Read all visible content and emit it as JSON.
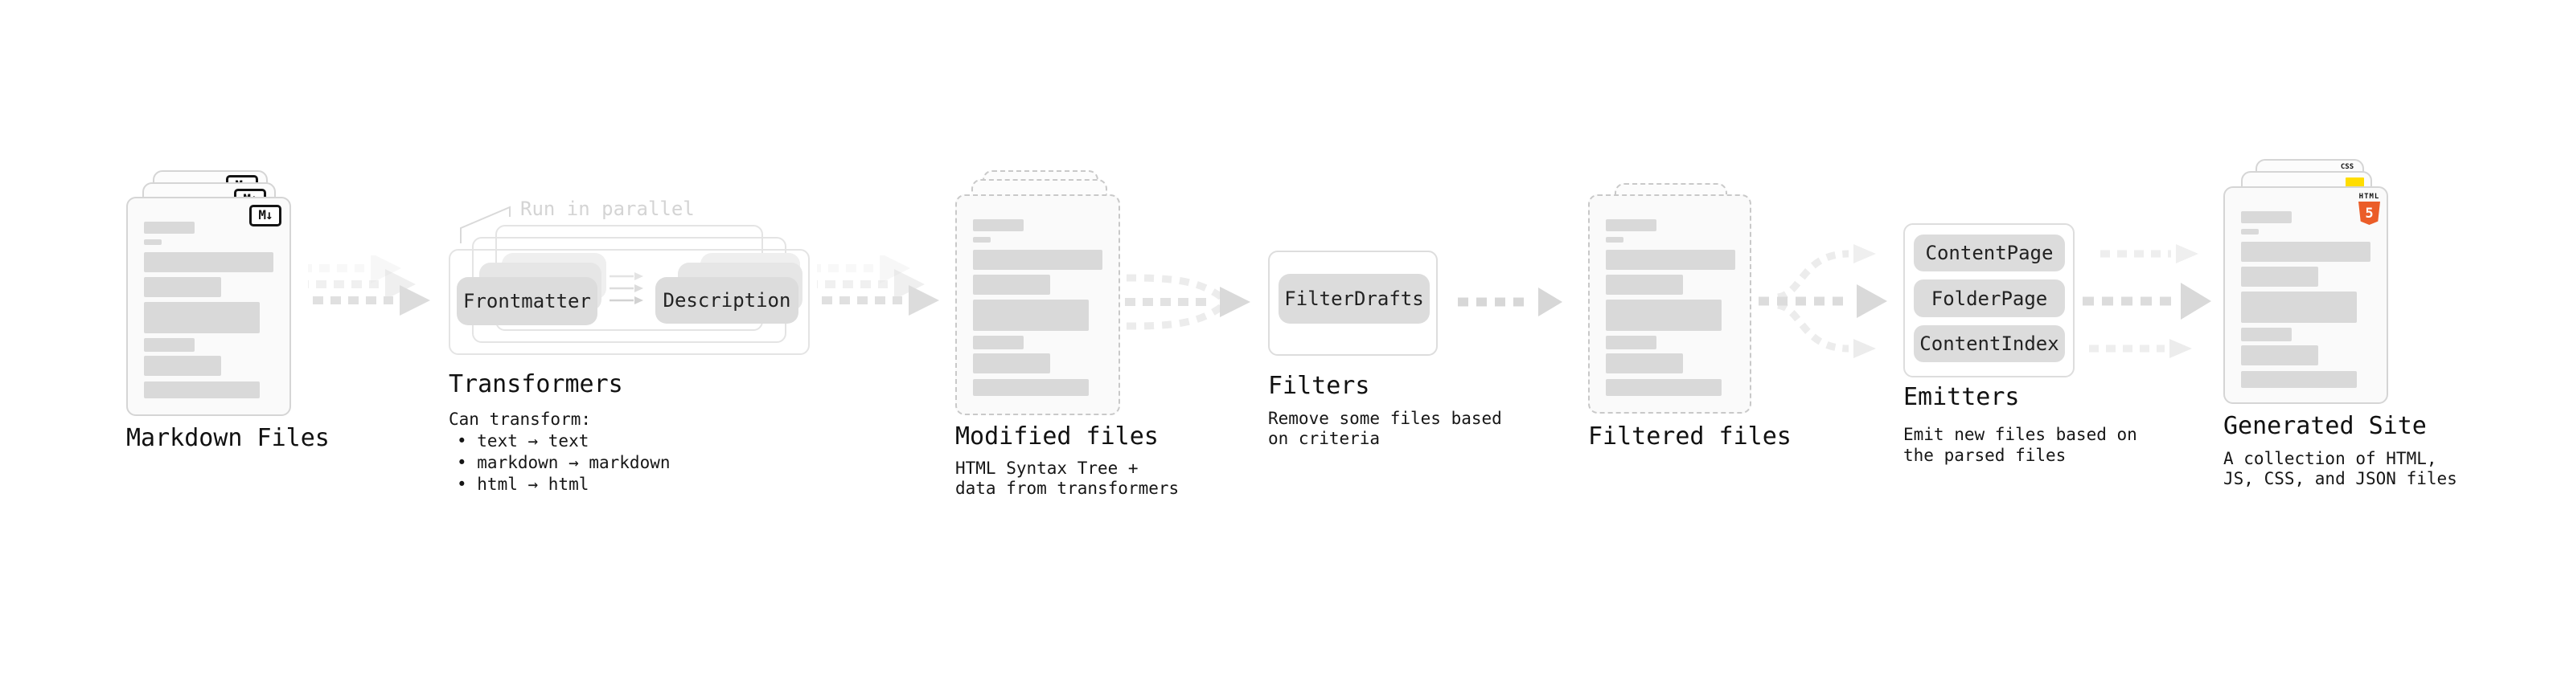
{
  "markdown": {
    "label": "Markdown Files",
    "badge": "M↓"
  },
  "transformers": {
    "title": "Transformers",
    "note": "Run in parallel",
    "pill_a": "Frontmatter",
    "pill_b": "Description",
    "desc_heading": "Can transform:",
    "bullets": [
      "• text → text",
      "• markdown → markdown",
      "• html → html"
    ]
  },
  "modified": {
    "label": "Modified files",
    "subtitle_lines": [
      "HTML Syntax Tree +",
      "data from transformers"
    ]
  },
  "filters": {
    "title": "Filters",
    "pill": "FilterDrafts",
    "subtitle_lines": [
      "Remove some files based",
      "on criteria"
    ]
  },
  "filtered": {
    "label": "Filtered files"
  },
  "emitters": {
    "title": "Emitters",
    "pills": [
      "ContentPage",
      "FolderPage",
      "ContentIndex"
    ],
    "subtitle_lines": [
      "Emit new files based on",
      "the parsed files"
    ]
  },
  "generated": {
    "label": "Generated Site",
    "subtitle_lines": [
      "A collection of HTML,",
      "JS, CSS, and JSON files"
    ],
    "badges": {
      "html_word": "HTML",
      "html_five": "5",
      "css": "CSS"
    }
  },
  "colors": {
    "html5_orange": "#eb5d28",
    "js_yellow": "#ffdd00",
    "css_blue": "#2f6fe4",
    "pill_gray": "#dcdcdc",
    "line_gray": "#d9d9d9"
  }
}
